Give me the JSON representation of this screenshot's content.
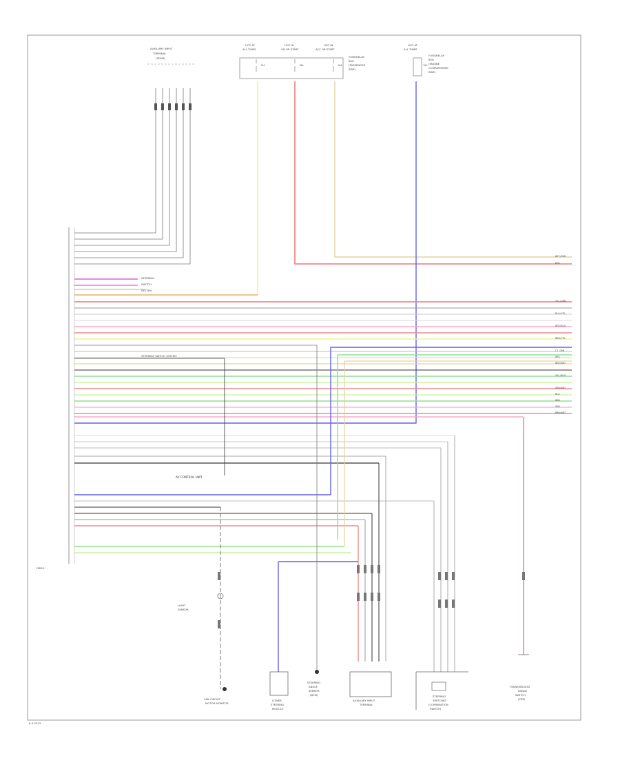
{
  "diagram": {
    "page_ref": "6-4-2013",
    "top_modules": {
      "aux_unit_label": [
        "AUXILIARY INPUT",
        "TERMINAL",
        "(TERM)"
      ],
      "fuse_block_1": {
        "headers": [
          "HOT AT",
          "ALL TIMES",
          "HOT IN",
          "ON OR START",
          "HOT IN",
          "ACC OR START"
        ],
        "fuses": [
          "15A",
          "10A",
          "10A"
        ],
        "side_label": [
          "FUSE/RELAY",
          "BOX",
          "(PASSENGER",
          "SIDE)"
        ]
      },
      "fuse_block_2": {
        "headers": [
          "HOT AT",
          "ALL TIMES"
        ],
        "fuse": "15A",
        "side_label": [
          "FUSE/RELAY",
          "BOX",
          "(ENGINE",
          "COMPARTMENT",
          "SIDE)"
        ]
      }
    },
    "mid_labels": {
      "connector_left": "CSB15",
      "multi_label": [
        "STEERING",
        "SWITCH",
        "SYSTEM"
      ],
      "ground_bus": "STEERING SWITCH SYSTEM",
      "module_name": "AV CONTROL UNIT"
    },
    "wire_labels_right": [
      "WHT/RED",
      "RED",
      "YEL/GRN",
      "BLU/YEL",
      "RED/BLU",
      "BRN/YEL",
      "LT GRN",
      "RED/WHT",
      "YEL/BLU",
      "GRN/WHT",
      "BLU",
      "BRN",
      "GRN",
      "BRN/WHT",
      "ORG"
    ],
    "bottom_components": {
      "c1": [
        "LAN CIRCUIT",
        "MOTOR MONITOR"
      ],
      "c2": [
        "LOWER",
        "STEERING",
        "MODULE"
      ],
      "c3": [
        "STEERING",
        "ANGLE",
        "SENSOR",
        "(BCM)"
      ],
      "c4": [
        "AUXILIARY INPUT",
        "TERMINAL"
      ],
      "c5": [
        "STEERING",
        "SWITCHES",
        "(COMBINATION",
        "SWITCH)"
      ],
      "c6": [
        "TRANSMISSION",
        "RANGE",
        "SWITCH",
        "(PNP)"
      ],
      "c7": [
        "LIGHT",
        "SENSOR"
      ]
    },
    "colors": {
      "yellow": "#f2f28a",
      "red": "#f08a8a",
      "pink": "#f5aac8",
      "magenta": "#e05ce0",
      "orange": "#f0b070",
      "blue": "#6060ee",
      "green": "#8ee08e",
      "gray": "#9a9a9a",
      "dark": "#333333",
      "light_gray": "#d8d8d8",
      "tan": "#e6d2a0",
      "lt_green": "#c8f0a0"
    }
  }
}
